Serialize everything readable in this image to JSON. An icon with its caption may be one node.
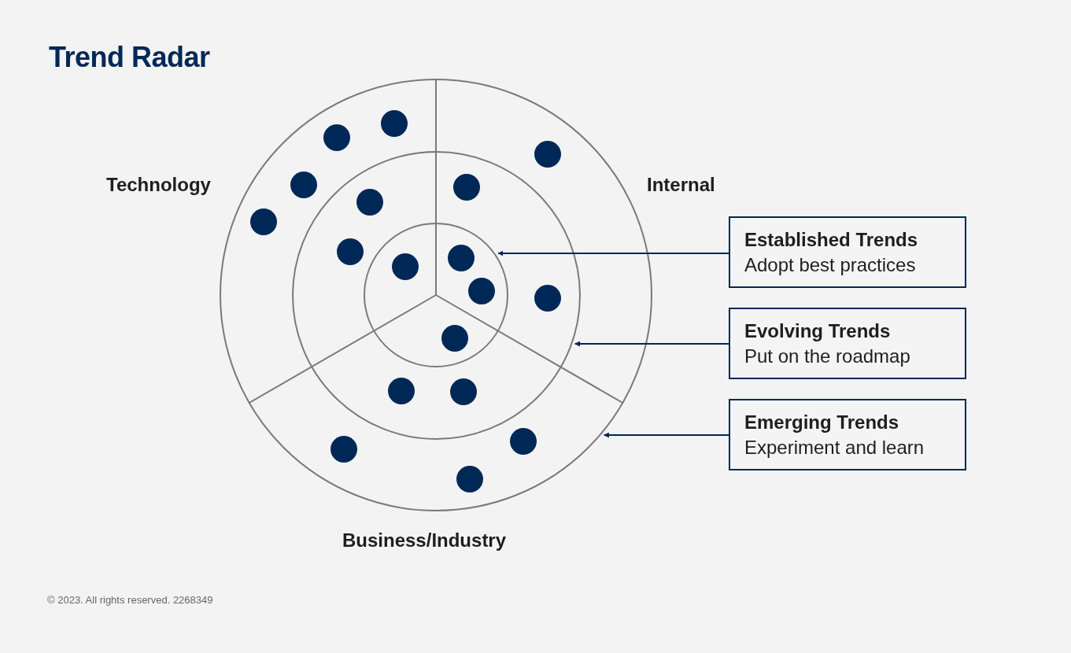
{
  "diagram": {
    "title": "Trend Radar",
    "nodes": [
      {
        "text": [],
        "shape": "circle"
      },
      {
        "text": [],
        "shape": "circle",
        "in": 0
      },
      {
        "text": [],
        "shape": "circle",
        "in": 1
      },
      {
        "text": [
          "Established Trends",
          "Adopt best practices"
        ]
      },
      {
        "text": [
          "Evolving Trends",
          "Put on the roadmap"
        ]
      },
      {
        "text": [
          "Emerging Trends",
          "Experiment and learn"
        ]
      }
    ],
    "edges": [
      {
        "from": 3,
        "to": 2,
        "arrow": "to"
      },
      {
        "from": 4,
        "to": 1,
        "arrow": "to"
      },
      {
        "from": 5,
        "to": 0,
        "arrow": "to"
      }
    ],
    "labels": [
      "Technology",
      "Internal",
      "Business/Industry",
      "© 2023. All rights reserved. 2268349"
    ]
  }
}
